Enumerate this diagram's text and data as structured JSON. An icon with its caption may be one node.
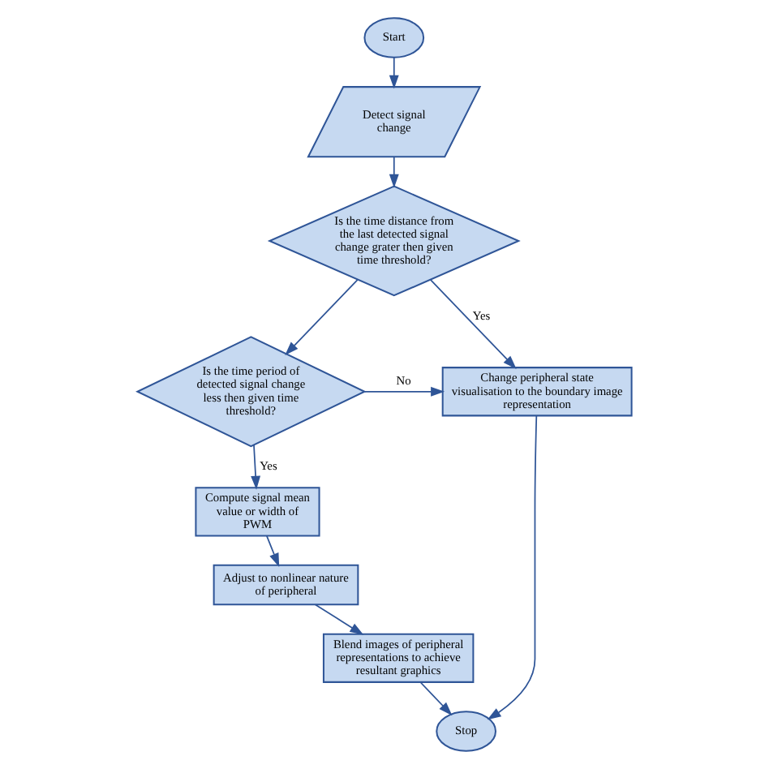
{
  "diagram": {
    "nodes": [
      {
        "text": [
          "Start"
        ]
      },
      {
        "text": [
          "Detect signal change"
        ]
      },
      {
        "text": [
          "Is the time distance from the last detected signal change grater then given time threshold?"
        ]
      },
      {
        "text": [
          "Is the time period of detected signal change less then given time threshold?"
        ]
      },
      {
        "text": [
          "Compute signal mean value or width of PWM"
        ]
      },
      {
        "text": [
          "Adjust to nonlinear nature of peripheral"
        ]
      },
      {
        "text": [
          "Blend images of peripheral representations to achieve resultant graphics"
        ]
      },
      {
        "text": [
          "Change peripheral state visualisation to the boundary image representation"
        ]
      },
      {
        "text": [
          "Stop"
        ]
      }
    ],
    "edges": [
      {
        "from": 0,
        "to": 1,
        "arrow": "to"
      },
      {
        "from": 1,
        "to": 2,
        "arrow": "to"
      },
      {
        "from": 2,
        "to": 3,
        "arrow": "to"
      },
      {
        "from": 2,
        "to": 7,
        "arrow": "to",
        "label": "Yes"
      },
      {
        "from": 3,
        "to": 4,
        "arrow": "to",
        "label": "Yes"
      },
      {
        "from": 3,
        "to": 7,
        "arrow": "to",
        "label": "No"
      },
      {
        "from": 4,
        "to": 5,
        "arrow": "to"
      },
      {
        "from": 5,
        "to": 6,
        "arrow": "to"
      },
      {
        "from": 6,
        "to": 8,
        "arrow": "to"
      },
      {
        "from": 7,
        "to": 8,
        "arrow": "to"
      }
    ]
  }
}
